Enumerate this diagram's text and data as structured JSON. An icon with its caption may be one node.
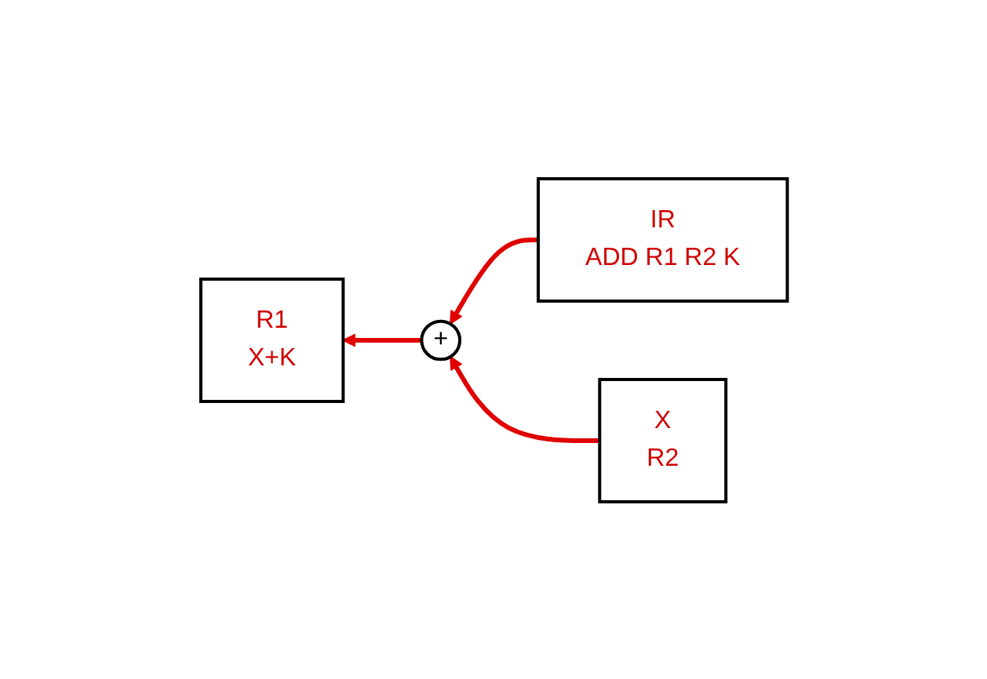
{
  "diagram": {
    "nodes": [
      {
        "text": [
          "R1",
          "X+K"
        ]
      },
      {
        "text": [
          "IR",
          "ADD R1 R2 K"
        ]
      },
      {
        "text": [
          "+"
        ]
      },
      {
        "text": [
          "X",
          "R2"
        ]
      }
    ],
    "edges": [
      {
        "from": 1,
        "to": 2,
        "arrow": "to"
      },
      {
        "from": 3,
        "to": 2,
        "arrow": "to"
      },
      {
        "from": 2,
        "to": 0,
        "arrow": "to"
      }
    ]
  }
}
